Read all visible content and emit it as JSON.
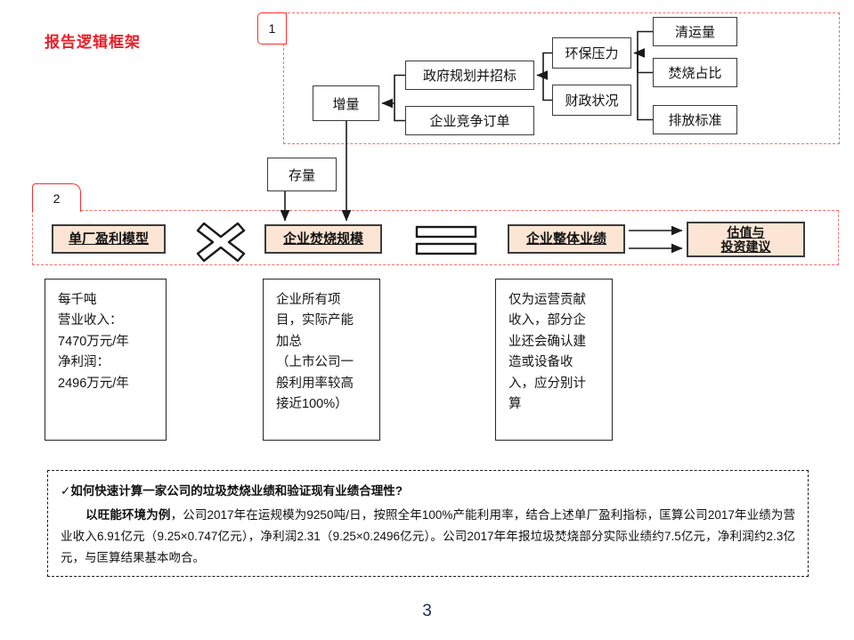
{
  "slide": {
    "title": "报告逻辑框架",
    "page_number": "3",
    "accent_color": "#e8212b",
    "region_accent_color": "#f4706e",
    "box_fill_color": "#fce5d4"
  },
  "sections": [
    {
      "badge": "1"
    },
    {
      "badge": "2"
    }
  ],
  "flow": {
    "drivers": [
      {
        "label": "清运量"
      },
      {
        "label": "焚烧占比"
      },
      {
        "label": "排放标准"
      }
    ],
    "pressures": [
      {
        "label": "环保压力"
      },
      {
        "label": "财政状况"
      }
    ],
    "channels": [
      {
        "label": "政府规划并招标"
      },
      {
        "label": "企业竞争订单"
      }
    ],
    "increment": "增量",
    "stock": "存量"
  },
  "model_row": {
    "single_plant": "单厂盈利模型",
    "multiply_symbol": "×",
    "scale": "企业焚烧规模",
    "equals_symbol": "=",
    "overall": "企业整体业绩",
    "valuation_line1": "估值与",
    "valuation_line2": "投资建议"
  },
  "details": [
    {
      "lines": [
        "每千吨",
        "营业收入：",
        "7470万元/年",
        "净利润：",
        "2496万元/年"
      ]
    },
    {
      "lines": [
        "企业所有项",
        "目，实际产能",
        "加总",
        "（上市公司一",
        "般利用率较高",
        "接近100%）"
      ]
    },
    {
      "lines": [
        "仅为运营贡献",
        "收入，部分企",
        "业还会确认建",
        "造或设备收",
        "入，应分别计",
        "算"
      ]
    }
  ],
  "note": {
    "heading": "✓如何快速计算一家公司的垃圾焚烧业绩和验证现有业绩合理性?",
    "lead": "以旺能环境为例",
    "body": "，公司2017年在运规模为9250吨/日，按照全年100%产能利用率，结合上述单厂盈利指标，匡算公司2017年业绩为营业收入6.91亿元（9.25×0.747亿元），净利润2.31（9.25×0.2496亿元）。公司2017年年报垃圾焚烧部分实际业绩约7.5亿元，净利润约2.3亿元，与匡算结果基本吻合。"
  }
}
